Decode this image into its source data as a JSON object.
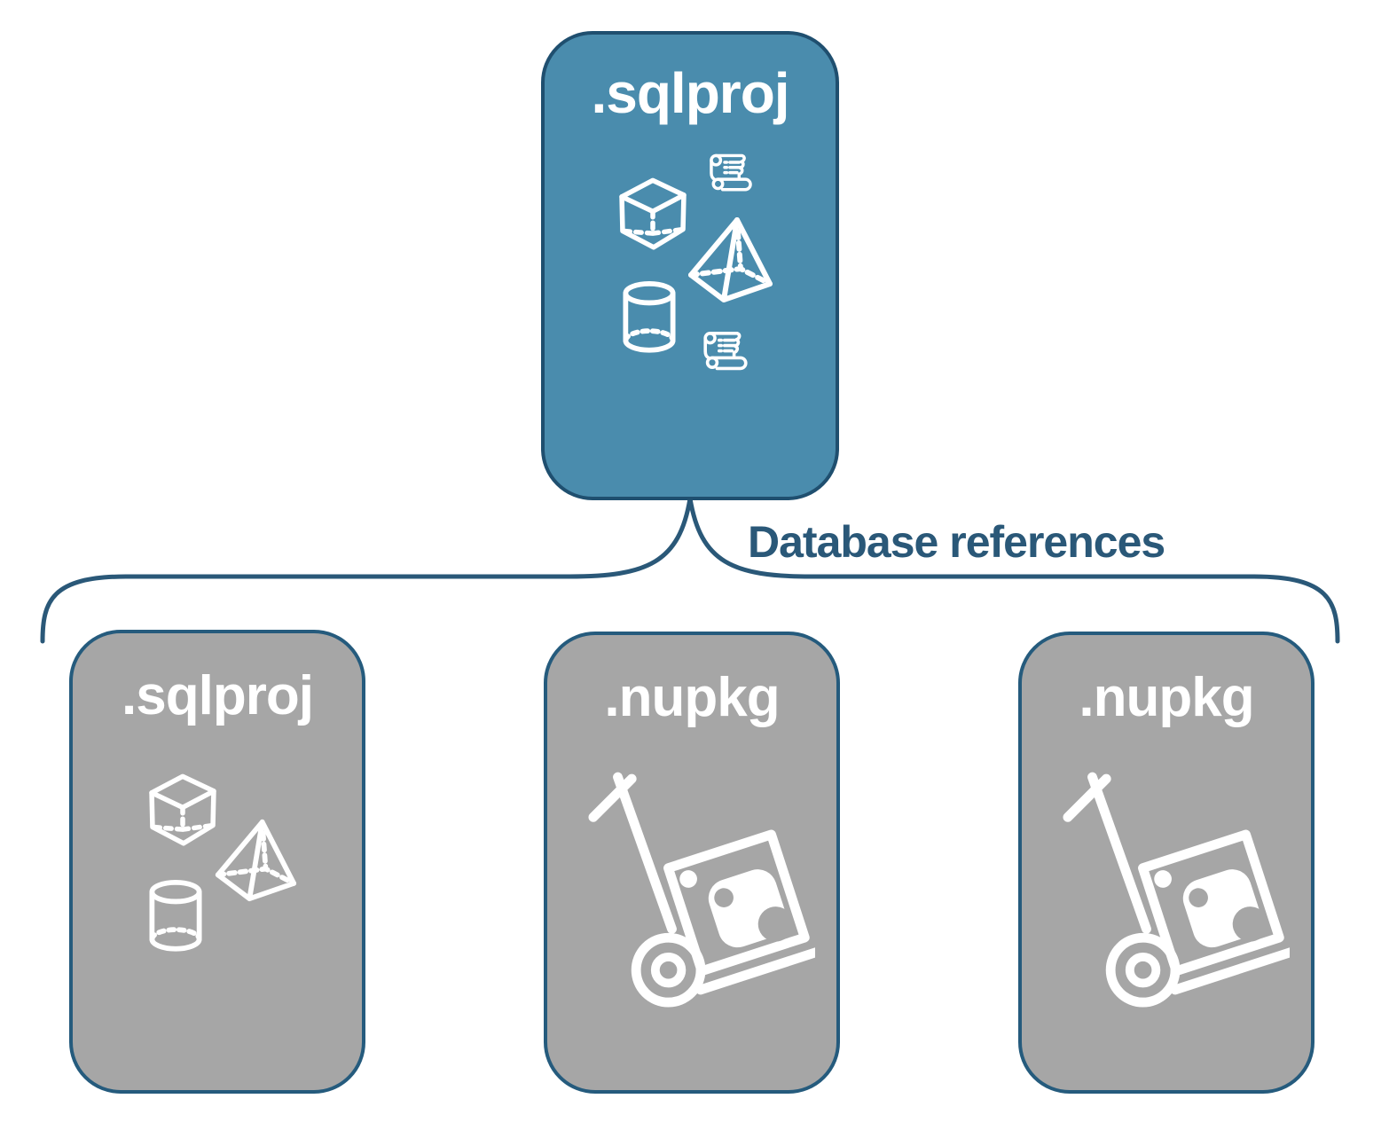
{
  "diagram": {
    "root": {
      "label": ".sqlproj",
      "fill_color": "#4A8CAD",
      "border_color": "#1F4F6F",
      "icons": [
        "cube-icon",
        "scroll-icon",
        "pyramid-icon",
        "cylinder-icon",
        "scroll-icon"
      ]
    },
    "edge_label": "Database references",
    "children": [
      {
        "label": ".sqlproj",
        "fill_color": "#A6A6A6",
        "border_color": "#255B7D",
        "icons": [
          "cube-icon",
          "pyramid-icon",
          "cylinder-icon"
        ]
      },
      {
        "label": ".nupkg",
        "fill_color": "#A6A6A6",
        "border_color": "#255B7D",
        "icons": [
          "nuget-package-dolly-icon"
        ]
      },
      {
        "label": ".nupkg",
        "fill_color": "#A6A6A6",
        "border_color": "#255B7D",
        "icons": [
          "nuget-package-dolly-icon"
        ]
      }
    ],
    "colors": {
      "connector": "#2A5878",
      "edge_label_text": "#2A5878",
      "box_label_text": "#FFFFFF",
      "icon_stroke": "#FFFFFF",
      "background": "#FFFFFF"
    }
  }
}
